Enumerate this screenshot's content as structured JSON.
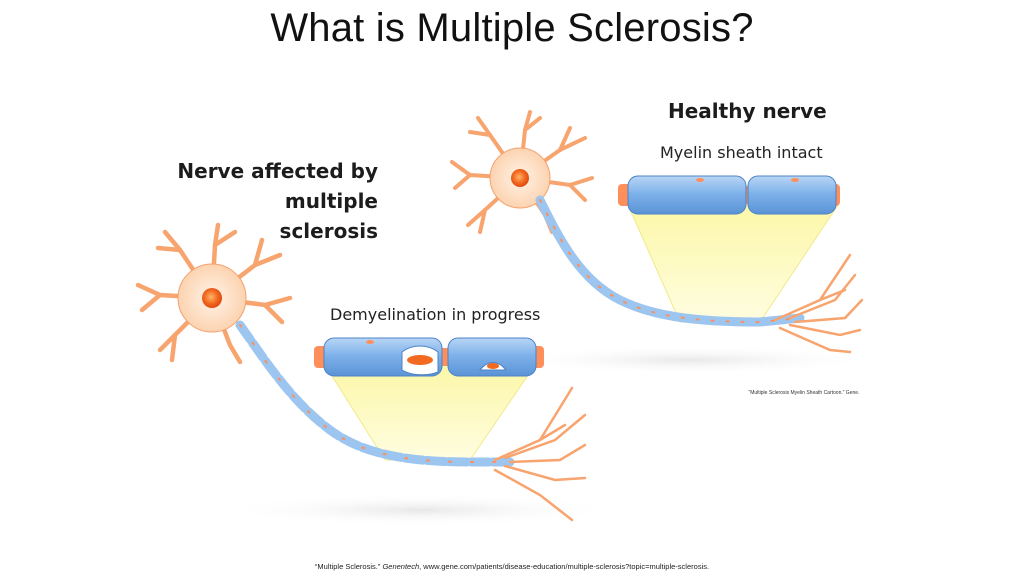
{
  "title": "What is Multiple Sclerosis?",
  "healthy": {
    "heading": "Healthy nerve",
    "label": "Myelin sheath intact"
  },
  "affected": {
    "heading_lines": [
      "Nerve affected by",
      "multiple",
      "sclerosis"
    ],
    "label": "Demyelination in progress"
  },
  "image_credit": "“Multiple Sclerosis Myelin Sheath Cartoon.” Gene.",
  "source": {
    "prefix": "“Multiple Sclerosis.” ",
    "publisher": "Genentech",
    "suffix": ", www.gene.com/patients/disease-education/multiple-sclerosis?topic=multiple-sclerosis."
  },
  "colors": {
    "neuron_body": "#fcdcc0",
    "neuron_edge": "#f4a070",
    "nucleus": "#f25c1c",
    "myelin": "#7fb2ea",
    "myelin_light": "#b9d6f5",
    "node": "#ff8f5a",
    "highlight_cone": "#fcf7a8"
  }
}
